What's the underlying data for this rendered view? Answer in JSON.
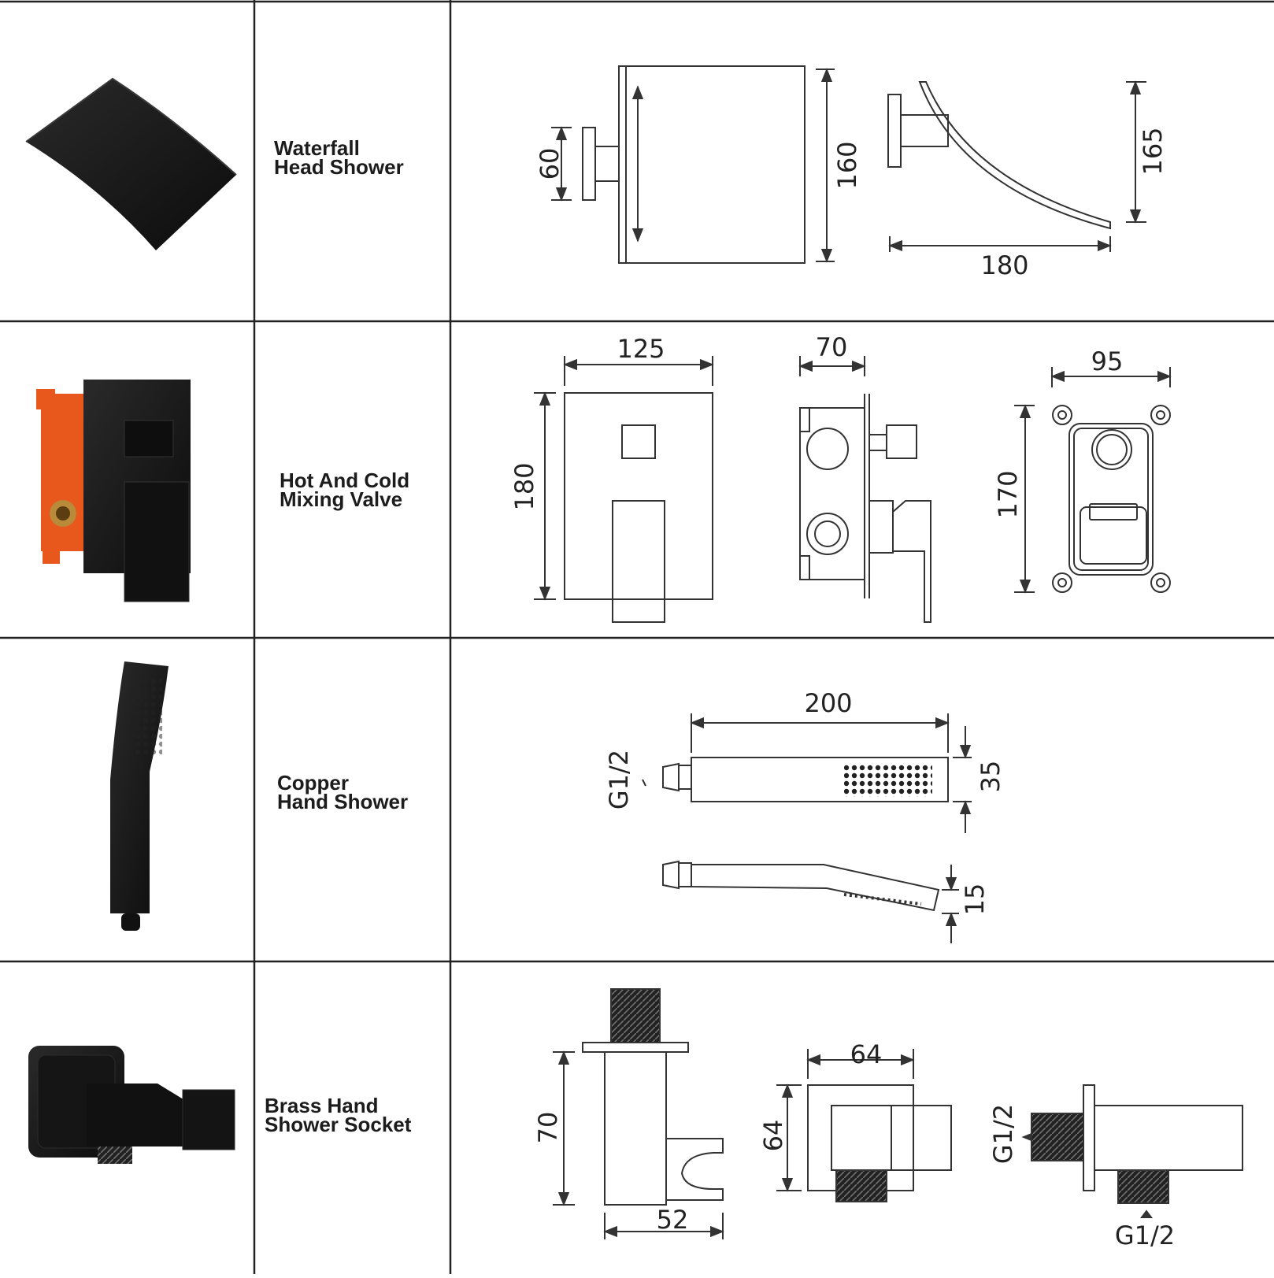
{
  "rows": [
    {
      "name": "waterfall-head-shower",
      "label_lines": [
        "Waterfall",
        "Head Shower"
      ],
      "dims": [
        "60",
        "160",
        "165",
        "180"
      ]
    },
    {
      "name": "hot-cold-mixing-valve",
      "label_lines": [
        "Hot And Cold",
        "Mixing Valve"
      ],
      "dims": [
        "125",
        "180",
        "70",
        "95",
        "170"
      ]
    },
    {
      "name": "copper-hand-shower",
      "label_lines": [
        "Copper",
        "Hand Shower"
      ],
      "dims": [
        "200",
        "G1/2",
        "35",
        "15"
      ]
    },
    {
      "name": "brass-hand-shower-socket",
      "label_lines": [
        "Brass Hand",
        "Shower Socket"
      ],
      "dims": [
        "70",
        "52",
        "64",
        "64",
        "G1/2",
        "G1/2"
      ]
    }
  ],
  "colors": {
    "grid": "#222222",
    "line": "#333333",
    "product_black": "#141414",
    "valve_orange": "#e8581c",
    "brass": "#b98a3a"
  },
  "icons": [
    "waterfall-shower-photo",
    "mixing-valve-photo",
    "hand-shower-photo",
    "shower-socket-photo"
  ]
}
